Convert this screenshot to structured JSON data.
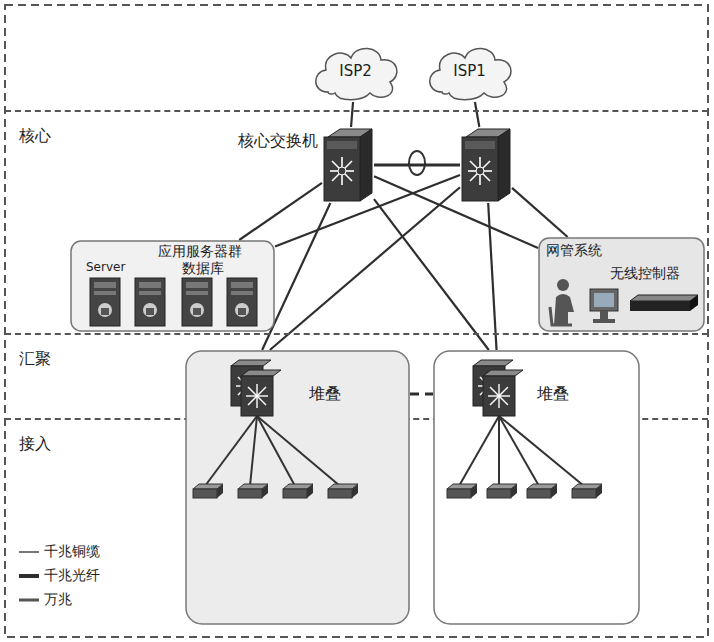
{
  "diagram": {
    "nodes": [
      {
        "text": [
          "核心"
        ]
      },
      {
        "text": [
          "汇聚"
        ]
      },
      {
        "text": [
          "接入"
        ]
      },
      {
        "text": [
          "ISP2"
        ]
      },
      {
        "text": [
          "ISP1"
        ]
      },
      {
        "text": [
          "核心交换机"
        ],
        "in": 0
      },
      {
        "text": [],
        "in": 0
      },
      {
        "text": [
          "应用服务器群",
          "Server",
          "数据库"
        ],
        "in": 0
      },
      {
        "text": [
          "网管系统",
          "无线控制器"
        ],
        "in": 0
      },
      {
        "text": [
          "堆叠"
        ]
      },
      {
        "text": [
          "堆叠"
        ]
      }
    ],
    "edges": [
      {
        "from": 3,
        "to": 5,
        "arrow": "none"
      },
      {
        "from": 4,
        "to": 6,
        "arrow": "none"
      },
      {
        "from": 5,
        "to": 6,
        "arrow": "none"
      },
      {
        "from": 5,
        "to": 7,
        "arrow": "none"
      },
      {
        "from": 6,
        "to": 7,
        "arrow": "none"
      },
      {
        "from": 5,
        "to": 8,
        "arrow": "none"
      },
      {
        "from": 6,
        "to": 8,
        "arrow": "none"
      },
      {
        "from": 5,
        "to": 9,
        "arrow": "none"
      },
      {
        "from": 5,
        "to": 10,
        "arrow": "none"
      },
      {
        "from": 6,
        "to": 9,
        "arrow": "none"
      },
      {
        "from": 6,
        "to": 10,
        "arrow": "none"
      },
      {
        "from": 9,
        "to": 10,
        "arrow": "none"
      }
    ],
    "legend": [
      {
        "text": "千兆铜缆"
      },
      {
        "text": "千兆光纤"
      },
      {
        "text": "万兆"
      }
    ]
  }
}
